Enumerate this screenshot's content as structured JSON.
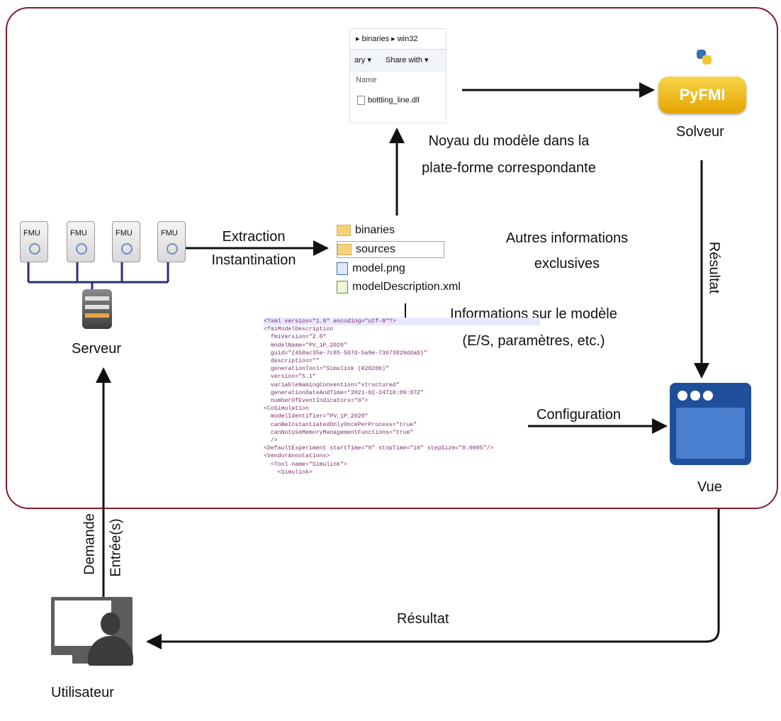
{
  "explorer": {
    "breadcrumb": "▸ binaries ▸ win32",
    "toolbar_library": "ary ▾",
    "toolbar_share": "Share with ▾",
    "column_name": "Name",
    "file": "bottling_line.dll"
  },
  "labels": {
    "noyau_line1": "Noyau du modèle dans la",
    "noyau_line2": "plate-forme correspondante",
    "extraction": "Extraction",
    "instantiation": "Instantination",
    "autres_line1": "Autres informations",
    "autres_line2": "exclusives",
    "informations_line1": "Informations sur le modèle",
    "informations_line2": "(E/S, paramètres, etc.)",
    "configuration": "Configuration",
    "resultat_vertical": "Résultat",
    "resultat_bottom": "Résultat",
    "demande": "Demande",
    "entrees": "Entrée(s)",
    "serveur": "Serveur",
    "solveur": "Solveur",
    "vue": "Vue",
    "utilisateur": "Utilisateur"
  },
  "pyfmi_logo": "PyFMI",
  "fmu_label": "FMU",
  "files": [
    "binaries",
    "sources",
    "model.png",
    "modelDescription.xml"
  ],
  "xml_lines": [
    "<?xml version=\"1.0\" encoding=\"utf-8\"?>",
    "<fmiModelDescription",
    "  fmiVersion=\"2.0\"",
    "  modelName=\"PV_1P_2020\"",
    "  guid=\"{458ac35e-7c85-507d-5a9e-73673829ddab}\"",
    "  description=\"\"",
    "  generationTool=\"Simulink (R2020b)\"",
    "  version=\"5.1\"",
    "  variableNamingConvention=\"structured\"",
    "  generationDateAndTime=\"2021-02-24T10:09:07Z\"",
    "  numberOfEventIndicators=\"0\">",
    "",
    "<CoSimulation",
    "  modelIdentifier=\"PV_1P_2020\"",
    "  canBeInstantiatedOnlyOncePerProcess=\"true\"",
    "  canNotUseMemoryManagementFunctions=\"true\"",
    "  />",
    "<DefaultExperiment startTime=\"0\" stopTime=\"10\" stepSize=\"0.0005\"/>",
    "<VendorAnnotations>",
    "  <Tool name=\"Simulink\">",
    "    <Simulink>"
  ],
  "colors": {
    "frame": "#8a1b24",
    "pyfmi_gold": "#e5a400",
    "vue_blue": "#1f4f9b",
    "fmu_bus": "#2a2f7a"
  }
}
